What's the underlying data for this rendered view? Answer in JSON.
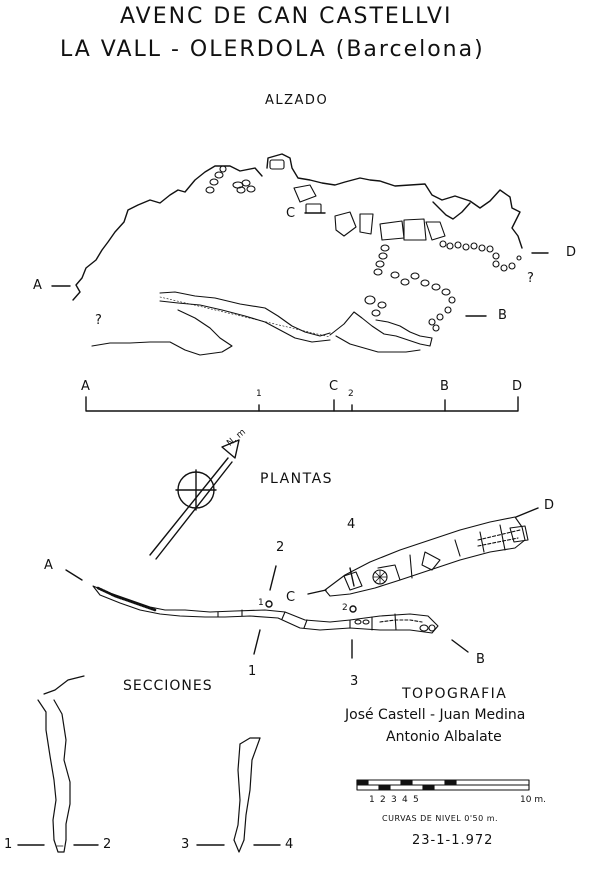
{
  "title_line1": "AVENC DE CAN CASTELLVI",
  "title_line2": "LA VALL - OLERDOLA (Barcelona)",
  "section_alzado": "ALZADO",
  "section_plantas": "PLANTAS",
  "section_secciones": "SECCIONES",
  "credits": {
    "heading": "TOPOGRAFIA",
    "line1": "José Castell - Juan Medina",
    "line2": "Antonio Albalate"
  },
  "scale": {
    "ticks": [
      "1",
      "2",
      "3",
      "4",
      "5"
    ],
    "end_label": "10 m.",
    "contours": "CURVAS DE NIVEL 0'50 m."
  },
  "date": "23-1-1.972",
  "north_label": "N. m",
  "elevation_labels": {
    "a": "A",
    "b": "B",
    "c": "C",
    "d": "D",
    "q1": "?",
    "q2": "?"
  },
  "profile_axis": {
    "a": "A",
    "one": "1",
    "c": "C",
    "two": "2",
    "b": "B",
    "d": "D"
  },
  "plan_labels": {
    "a": "A",
    "b": "B",
    "c": "C",
    "d": "D",
    "s1": "1",
    "s2": "2",
    "s3": "3",
    "s4": "4",
    "m1": "1",
    "m2": "2"
  },
  "section_labels": {
    "one": "1",
    "two": "2",
    "three": "3",
    "four": "4"
  }
}
